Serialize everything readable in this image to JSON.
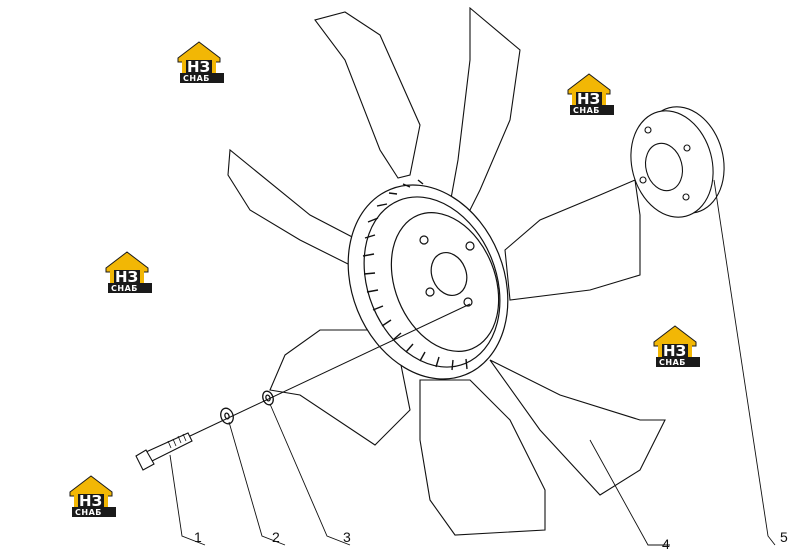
{
  "watermark": {
    "line1": "НЗ",
    "line2": "СНАБ",
    "colors": {
      "roof": "#f2b705",
      "plate": "#1a1a1a",
      "text": "#ffffff"
    }
  },
  "callouts": [
    {
      "id": "1",
      "label": "1"
    },
    {
      "id": "2",
      "label": "2"
    },
    {
      "id": "3",
      "label": "3"
    },
    {
      "id": "4",
      "label": "4"
    },
    {
      "id": "5",
      "label": "5"
    }
  ],
  "colors": {
    "line": "#111111",
    "background": "#ffffff"
  }
}
